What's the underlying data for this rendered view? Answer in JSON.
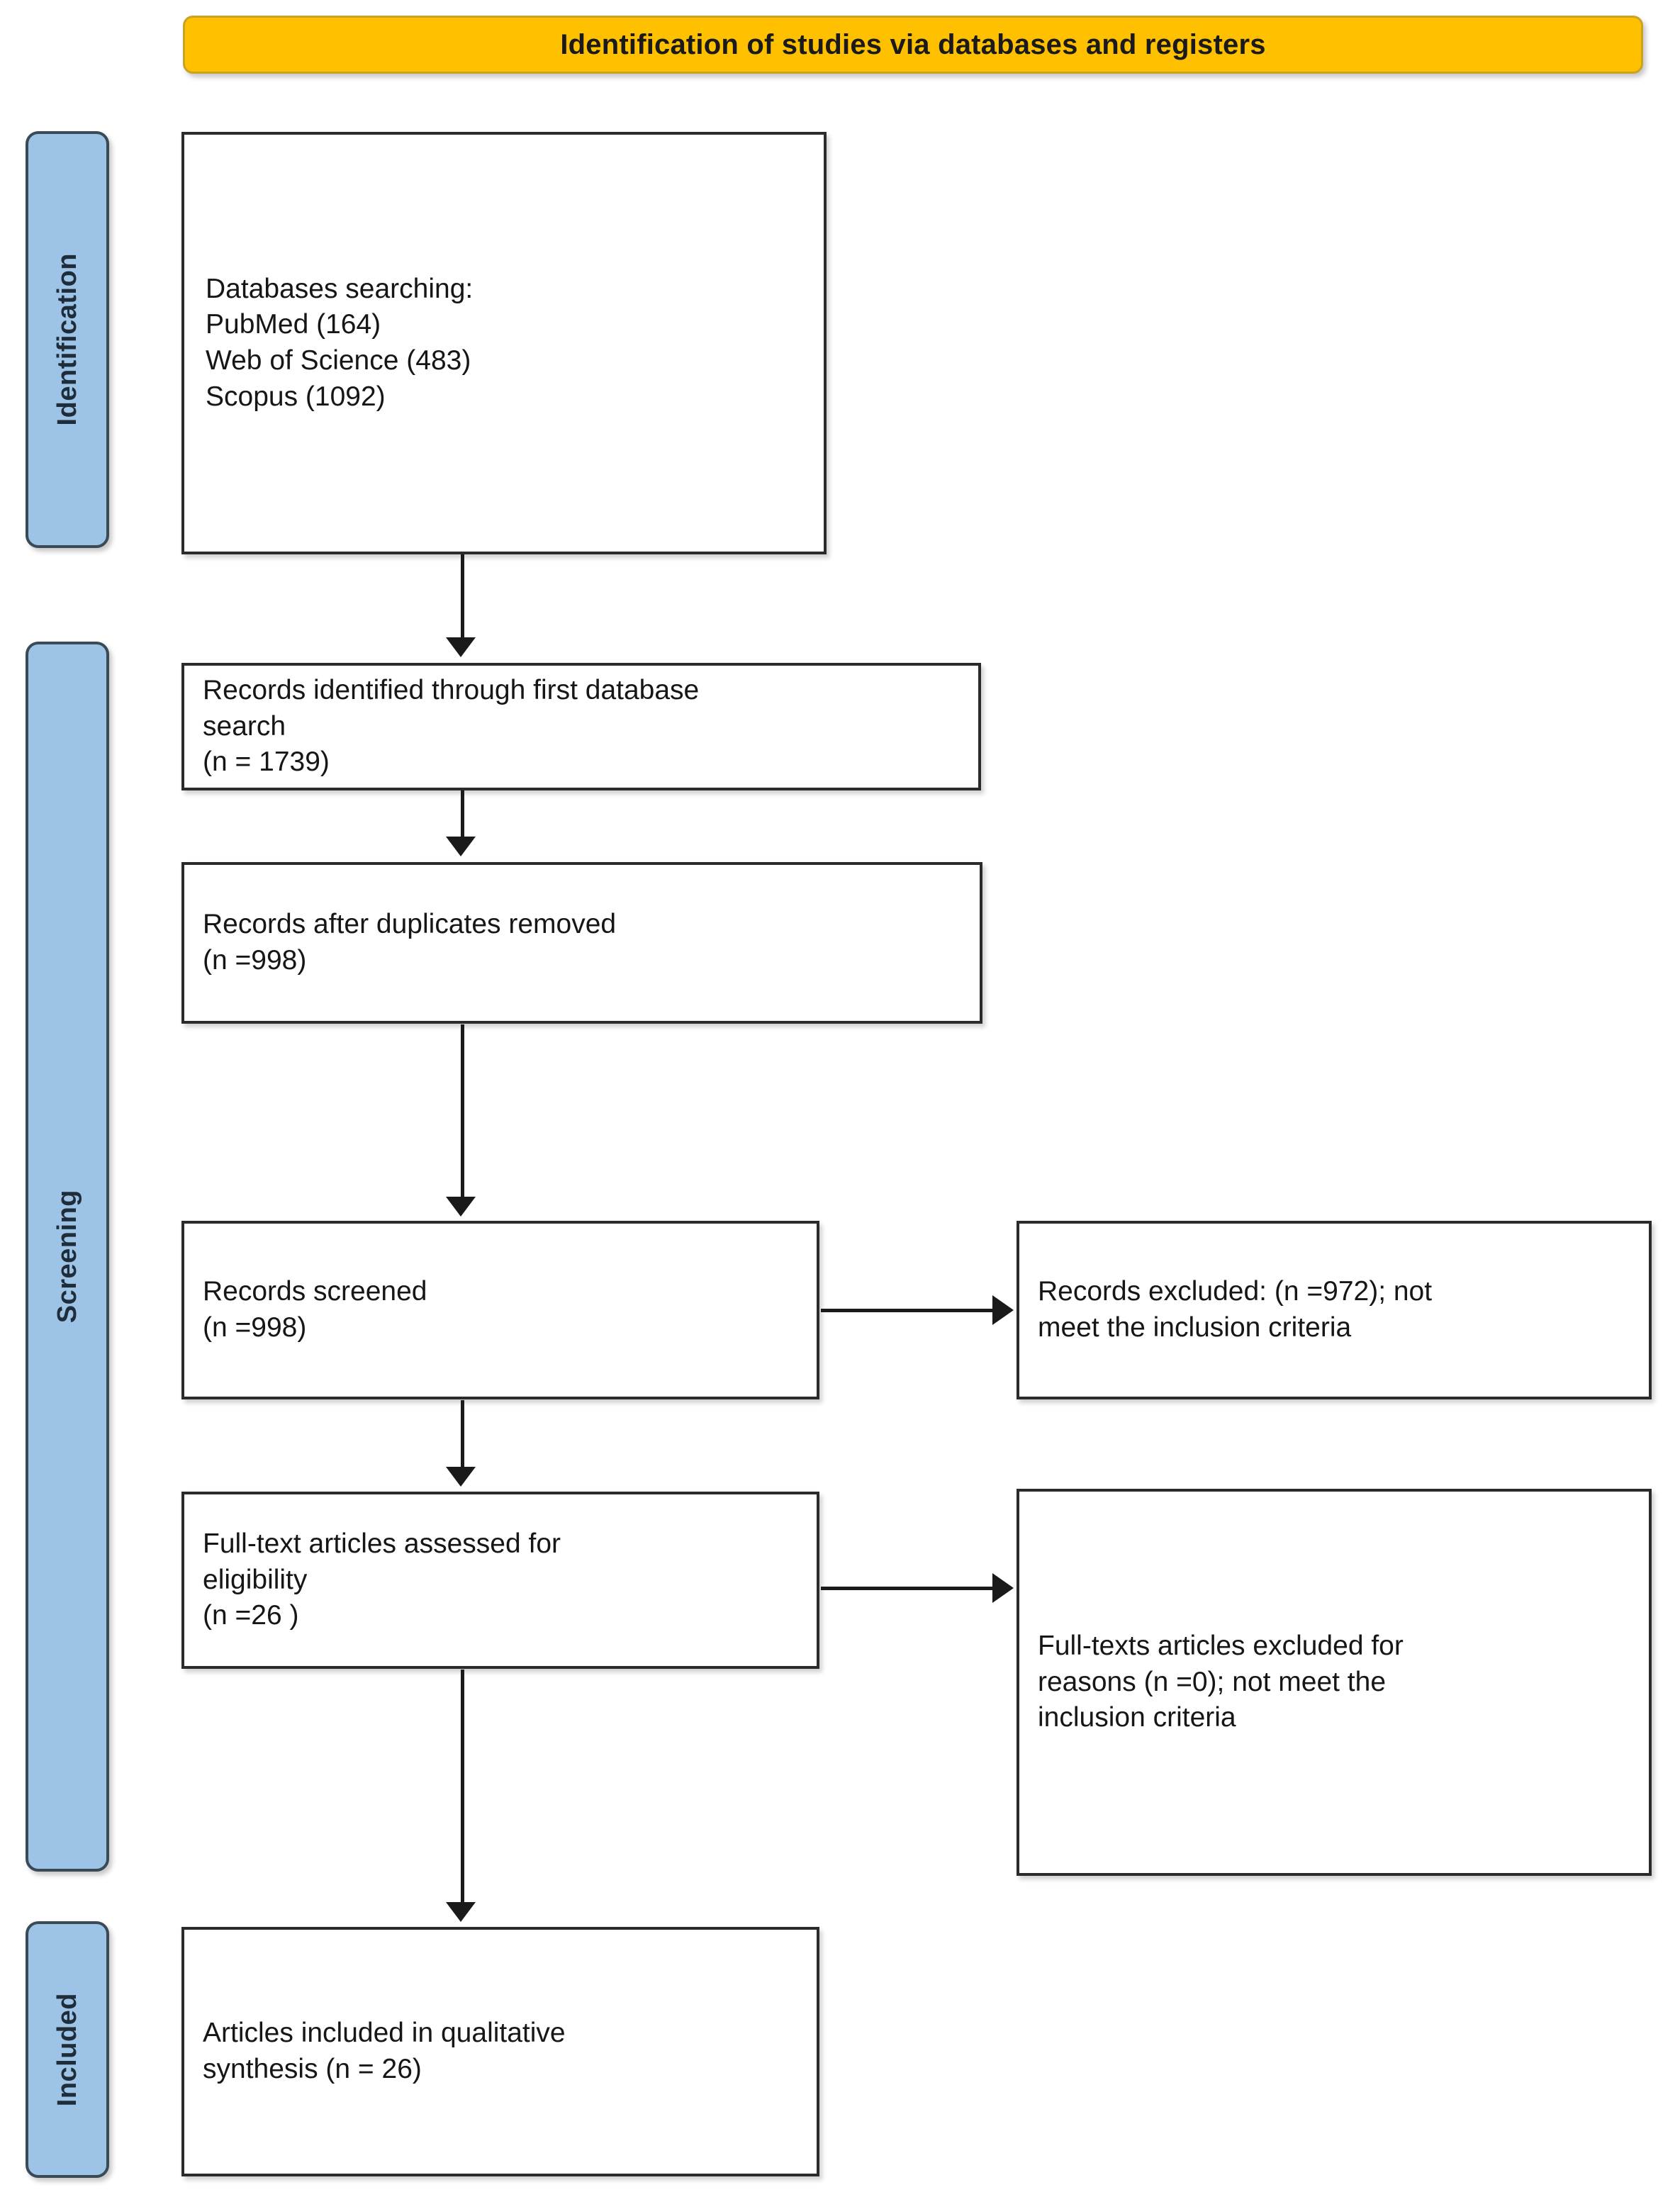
{
  "header": {
    "title": "Identification of studies via databases and registers",
    "background_color": "#FFC000"
  },
  "stages": [
    {
      "id": "identification",
      "label": "Identification",
      "color": "#9DC3E6"
    },
    {
      "id": "screening",
      "label": "Screening",
      "color": "#9DC3E6"
    },
    {
      "id": "included",
      "label": "Included",
      "color": "#9DC3E6"
    }
  ],
  "boxes": {
    "databases": {
      "text": "Databases searching:\nPubMed (164)\nWeb of Science (483)\nScopus (1092)"
    },
    "identified": {
      "text": "Records identified through first database\nsearch\n(n = 1739)"
    },
    "duplicates": {
      "text": "Records after duplicates removed\n(n =998)"
    },
    "screened": {
      "text": "Records screened\n(n =998)"
    },
    "excluded": {
      "text": "Records excluded: (n =972); not\nmeet the inclusion criteria"
    },
    "fulltext": {
      "text": "Full-text articles assessed for\neligibility\n(n =26 )"
    },
    "fulltext_excluded": {
      "text": "Full-texts articles excluded for\nreasons (n =0); not meet the\ninclusion criteria"
    },
    "included": {
      "text": "Articles included in qualitative\nsynthesis (n = 26)"
    }
  },
  "chart_data": {
    "type": "diagram",
    "title": "Identification of studies via databases and registers",
    "diagram_kind": "PRISMA flow diagram",
    "stages": [
      "Identification",
      "Screening",
      "Included"
    ],
    "nodes": [
      {
        "id": "databases",
        "stage": "Identification",
        "label": "Databases searching: PubMed (164) / Web of Science (483) / Scopus (1092)",
        "counts": {
          "PubMed": 164,
          "Web of Science": 483,
          "Scopus": 1092
        }
      },
      {
        "id": "identified",
        "stage": "Screening",
        "label": "Records identified through first database search",
        "n": 1739
      },
      {
        "id": "duplicates",
        "stage": "Screening",
        "label": "Records after duplicates removed",
        "n": 998
      },
      {
        "id": "screened",
        "stage": "Screening",
        "label": "Records screened",
        "n": 998
      },
      {
        "id": "excluded",
        "stage": "Screening",
        "label": "Records excluded; not meet the inclusion criteria",
        "n": 972
      },
      {
        "id": "fulltext",
        "stage": "Screening",
        "label": "Full-text articles assessed for eligibility",
        "n": 26
      },
      {
        "id": "fulltext_excluded",
        "stage": "Screening",
        "label": "Full-texts articles excluded for reasons; not meet the inclusion criteria",
        "n": 0
      },
      {
        "id": "included",
        "stage": "Included",
        "label": "Articles included in qualitative synthesis",
        "n": 26
      }
    ],
    "edges": [
      {
        "from": "databases",
        "to": "identified",
        "direction": "down"
      },
      {
        "from": "identified",
        "to": "duplicates",
        "direction": "down"
      },
      {
        "from": "duplicates",
        "to": "screened",
        "direction": "down"
      },
      {
        "from": "screened",
        "to": "excluded",
        "direction": "right"
      },
      {
        "from": "screened",
        "to": "fulltext",
        "direction": "down"
      },
      {
        "from": "fulltext",
        "to": "fulltext_excluded",
        "direction": "right"
      },
      {
        "from": "fulltext",
        "to": "included",
        "direction": "down"
      }
    ]
  }
}
